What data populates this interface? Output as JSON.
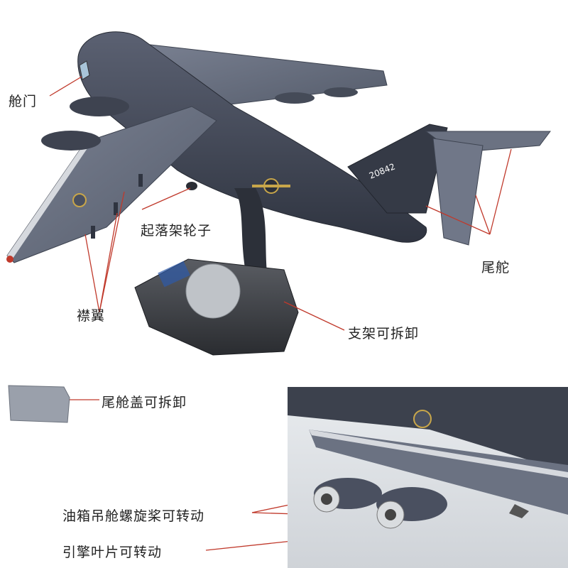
{
  "labels": {
    "door": "舱门",
    "landing_gear": "起落架轮子",
    "rudder": "尾舵",
    "flaps": "襟翼",
    "stand": "支架可拆卸",
    "tail_cover": "尾舱盖可拆卸",
    "pods_propeller": "油箱吊舱螺旋桨可转动",
    "engine_blades": "引擎叶片可转动"
  },
  "tail_number": "20842",
  "colors": {
    "fuselage": "#4a5060",
    "wing": "#6b7282",
    "annotation_line": "#c0392b",
    "background": "#ffffff"
  }
}
